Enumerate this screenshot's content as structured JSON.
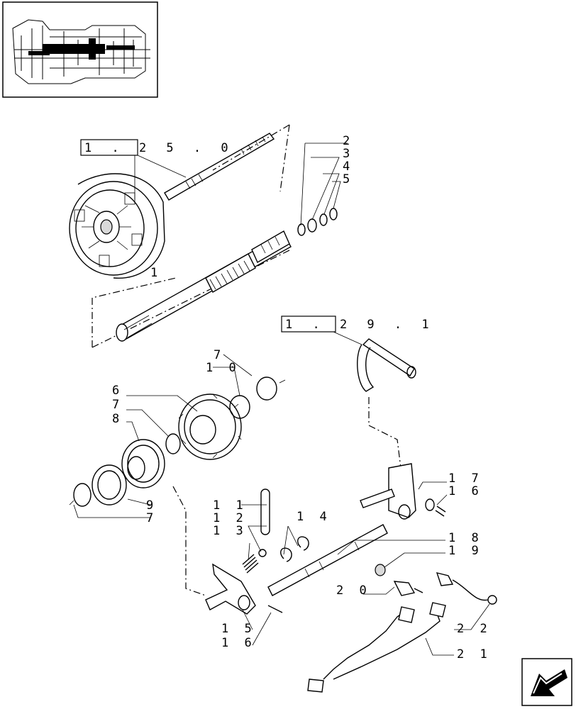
{
  "diagram": {
    "references": [
      {
        "id": "ref-1250",
        "text": "1 . 2 5 . 0"
      },
      {
        "id": "ref-1291",
        "text": "1 . 2 9 . 1"
      }
    ],
    "callouts": [
      {
        "id": "c2",
        "text": "2"
      },
      {
        "id": "c3",
        "text": "3"
      },
      {
        "id": "c4",
        "text": "4"
      },
      {
        "id": "c5",
        "text": "5"
      },
      {
        "id": "c1",
        "text": "1"
      },
      {
        "id": "c7a",
        "text": "7"
      },
      {
        "id": "c10",
        "text": "1 0"
      },
      {
        "id": "c6",
        "text": "6"
      },
      {
        "id": "c7b",
        "text": "7"
      },
      {
        "id": "c8",
        "text": "8"
      },
      {
        "id": "c9",
        "text": "9"
      },
      {
        "id": "c7c",
        "text": "7"
      },
      {
        "id": "c11",
        "text": "1 1"
      },
      {
        "id": "c12",
        "text": "1 2"
      },
      {
        "id": "c13",
        "text": "1 3"
      },
      {
        "id": "c14",
        "text": "1 4"
      },
      {
        "id": "c17",
        "text": "1 7"
      },
      {
        "id": "c16a",
        "text": "1 6"
      },
      {
        "id": "c18",
        "text": "1 8"
      },
      {
        "id": "c19",
        "text": "1 9"
      },
      {
        "id": "c20",
        "text": "2 0"
      },
      {
        "id": "c15",
        "text": "1 5"
      },
      {
        "id": "c16b",
        "text": "1 6"
      },
      {
        "id": "c22",
        "text": "2 2"
      },
      {
        "id": "c21",
        "text": "2 1"
      }
    ]
  }
}
